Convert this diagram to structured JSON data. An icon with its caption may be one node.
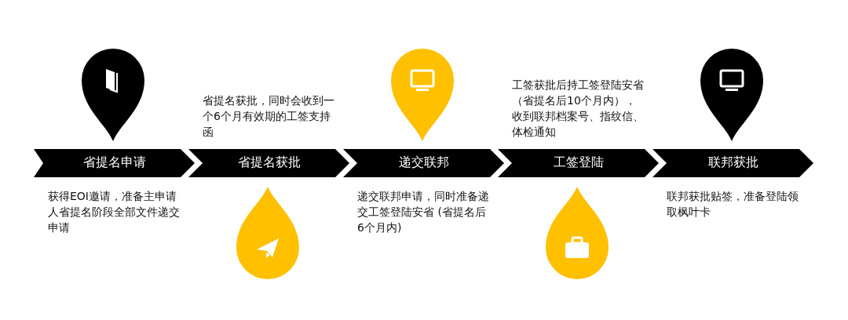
{
  "diagram": {
    "nodes": [
      {
        "text": [
          "省提名申请"
        ],
        "beside": [
          "获得EOI邀请，准备主申请人省提名阶段全部文件递交申请"
        ]
      },
      {
        "text": [
          "省提名获批"
        ],
        "beside": [
          "省提名获批，同时会收到一个6个月有效期的工签支持函"
        ]
      },
      {
        "text": [
          "递交联邦"
        ],
        "beside": [
          "递交联邦申请，同时准备递交工签登陆安省 (省提名后6个月内)"
        ]
      },
      {
        "text": [
          "工签登陆"
        ],
        "beside": [
          "工签获批后持工签登陆安省（省提名后10个月内），收到联邦档案号、指纹信、体检通知"
        ]
      },
      {
        "text": [
          "联邦获批"
        ],
        "beside": [
          "联邦获批贴签，准备登陆领取枫叶卡"
        ]
      }
    ]
  }
}
